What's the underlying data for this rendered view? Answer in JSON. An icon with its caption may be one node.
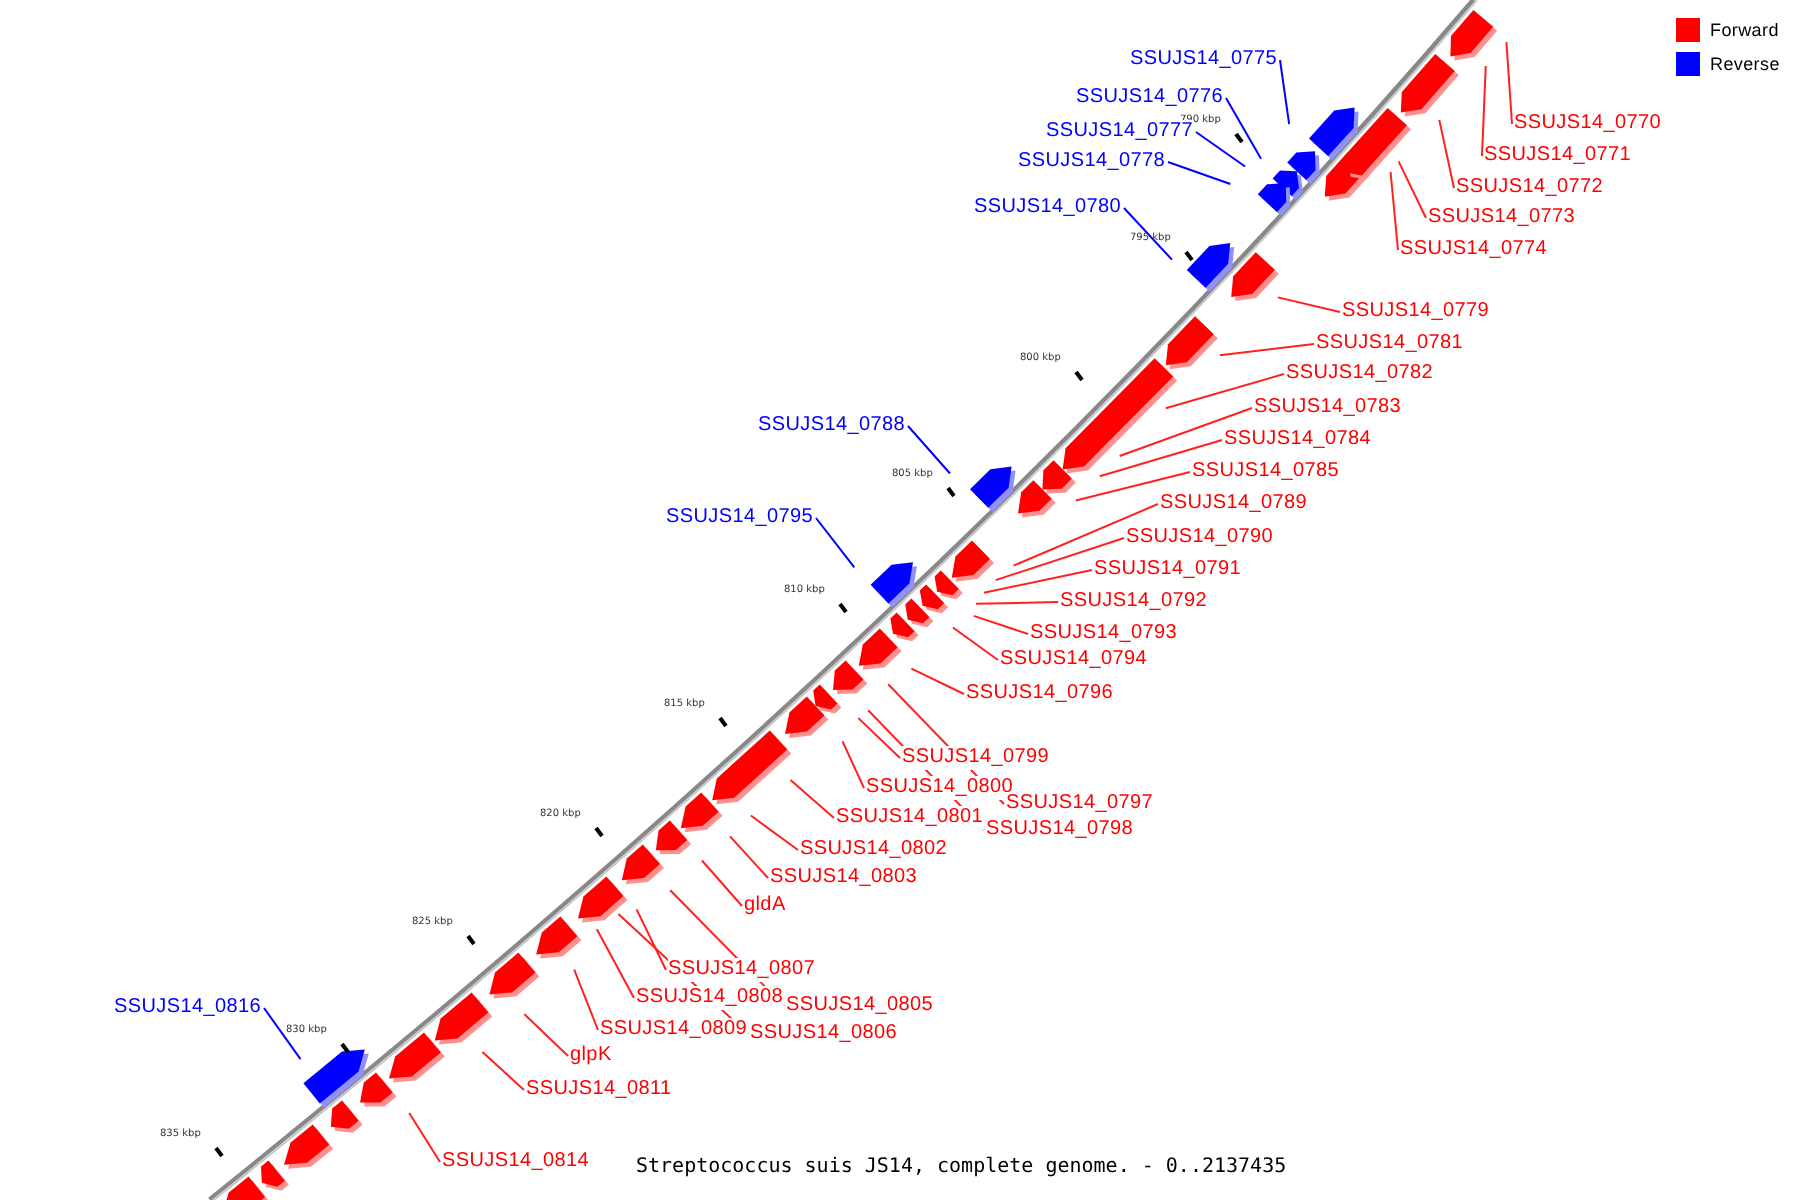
{
  "diagram": {
    "caption": "Streptococcus suis JS14, complete genome. - 0..2137435",
    "nodes": [
      {
        "text": [
          "SSUJS14_0775"
        ]
      },
      {
        "text": [
          "SSUJS14_0776"
        ]
      },
      {
        "text": [
          "SSUJS14_0770"
        ]
      },
      {
        "text": [
          "SSUJS14_0777"
        ]
      },
      {
        "text": [
          "SSUJS14_0771"
        ]
      },
      {
        "text": [
          "SSUJS14_0778"
        ]
      },
      {
        "text": [
          "SSUJS14_0772"
        ]
      },
      {
        "text": [
          "SSUJS14_0780"
        ]
      },
      {
        "text": [
          "SSUJS14_0773"
        ]
      },
      {
        "text": [
          "SSUJS14_0774"
        ]
      },
      {
        "text": [
          "SSUJS14_0779"
        ]
      },
      {
        "text": [
          "SSUJS14_0781"
        ]
      },
      {
        "text": [
          "SSUJS14_0782"
        ]
      },
      {
        "text": [
          "SSUJS14_0783"
        ]
      },
      {
        "text": [
          "SSUJS14_0788"
        ]
      },
      {
        "text": [
          "SSUJS14_0784"
        ]
      },
      {
        "text": [
          "SSUJS14_0785"
        ]
      },
      {
        "text": [
          "SSUJS14_0789"
        ]
      },
      {
        "text": [
          "SSUJS14_0795"
        ]
      },
      {
        "text": [
          "SSUJS14_0790"
        ]
      },
      {
        "text": [
          "SSUJS14_0791"
        ]
      },
      {
        "text": [
          "SSUJS14_0792"
        ]
      },
      {
        "text": [
          "SSUJS14_0793"
        ]
      },
      {
        "text": [
          "SSUJS14_0794"
        ]
      },
      {
        "text": [
          "SSUJS14_0796"
        ]
      },
      {
        "text": [
          "SSUJS14_0799"
        ]
      },
      {
        "text": [
          "SSUJS14_0800"
        ]
      },
      {
        "text": [
          "SSUJS14_0797"
        ]
      },
      {
        "text": [
          "SSUJS14_0801"
        ]
      },
      {
        "text": [
          "SSUJS14_0798"
        ]
      },
      {
        "text": [
          "SSUJS14_0802"
        ]
      },
      {
        "text": [
          "SSUJS14_0803"
        ]
      },
      {
        "text": [
          "gldA"
        ]
      },
      {
        "text": [
          "SSUJS14_0807"
        ]
      },
      {
        "text": [
          "SSUJS14_0808"
        ]
      },
      {
        "text": [
          "SSUJS14_0805"
        ]
      },
      {
        "text": [
          "SSUJS14_0816"
        ]
      },
      {
        "text": [
          "SSUJS14_0809"
        ]
      },
      {
        "text": [
          "SSUJS14_0806"
        ]
      },
      {
        "text": [
          "glpK"
        ]
      },
      {
        "text": [
          "SSUJS14_0811"
        ]
      },
      {
        "text": [
          "SSUJS14_0814"
        ]
      }
    ],
    "edges": [
      {
        "from": 0,
        "to": null,
        "arrow": "none",
        "color": "#0000ff"
      },
      {
        "from": 1,
        "to": null,
        "arrow": "none",
        "color": "#0000ff"
      },
      {
        "from": 2,
        "to": null,
        "arrow": "none"
      },
      {
        "from": 3,
        "to": null,
        "arrow": "none",
        "color": "#0000ff"
      },
      {
        "from": 4,
        "to": null,
        "arrow": "none"
      },
      {
        "from": 5,
        "to": null,
        "arrow": "none",
        "color": "#0000ff"
      },
      {
        "from": 6,
        "to": null,
        "arrow": "none"
      },
      {
        "from": 7,
        "to": null,
        "arrow": "none",
        "color": "#0000ff"
      },
      {
        "from": 8,
        "to": null,
        "arrow": "none"
      },
      {
        "from": 9,
        "to": null,
        "arrow": "none"
      },
      {
        "from": 10,
        "to": null,
        "arrow": "none"
      },
      {
        "from": 11,
        "to": null,
        "arrow": "none"
      },
      {
        "from": 12,
        "to": null,
        "arrow": "none"
      },
      {
        "from": 13,
        "to": null,
        "arrow": "none"
      },
      {
        "from": 14,
        "to": null,
        "arrow": "none",
        "color": "#0000ff"
      },
      {
        "from": 15,
        "to": null,
        "arrow": "none"
      },
      {
        "from": 16,
        "to": null,
        "arrow": "none"
      },
      {
        "from": 17,
        "to": null,
        "arrow": "none"
      },
      {
        "from": 18,
        "to": null,
        "arrow": "none",
        "color": "#0000ff"
      },
      {
        "from": 19,
        "to": null,
        "arrow": "none"
      },
      {
        "from": 20,
        "to": null,
        "arrow": "none"
      },
      {
        "from": 21,
        "to": null,
        "arrow": "none"
      },
      {
        "from": 22,
        "to": null,
        "arrow": "none"
      },
      {
        "from": 23,
        "to": null,
        "arrow": "none"
      },
      {
        "from": 24,
        "to": null,
        "arrow": "none"
      },
      {
        "from": 25,
        "to": null,
        "arrow": "none"
      },
      {
        "from": 26,
        "to": null,
        "arrow": "none"
      },
      {
        "from": 27,
        "to": null,
        "arrow": "none"
      },
      {
        "from": 28,
        "to": null,
        "arrow": "none"
      },
      {
        "from": 29,
        "to": null,
        "arrow": "none"
      },
      {
        "from": 30,
        "to": null,
        "arrow": "none"
      },
      {
        "from": 31,
        "to": null,
        "arrow": "none"
      },
      {
        "from": 32,
        "to": null,
        "arrow": "none"
      },
      {
        "from": 33,
        "to": null,
        "arrow": "none"
      },
      {
        "from": 34,
        "to": null,
        "arrow": "none"
      },
      {
        "from": 35,
        "to": null,
        "arrow": "none"
      },
      {
        "from": 36,
        "to": null,
        "arrow": "none",
        "color": "#0000ff"
      },
      {
        "from": 37,
        "to": null,
        "arrow": "none"
      },
      {
        "from": 38,
        "to": null,
        "arrow": "none"
      },
      {
        "from": 39,
        "to": null,
        "arrow": "none"
      },
      {
        "from": 40,
        "to": null,
        "arrow": "none"
      },
      {
        "from": 41,
        "to": null,
        "arrow": "none"
      }
    ],
    "labels": [
      "790 kbp",
      "795 kbp",
      "800 kbp",
      "805 kbp",
      "810 kbp",
      "815 kbp",
      "820 kbp",
      "825 kbp",
      "830 kbp",
      "835 kbp"
    ],
    "legend": [
      {
        "text": "Forward",
        "color": "#ff0000"
      },
      {
        "text": "Reverse",
        "color": "#0000ff"
      }
    ]
  }
}
